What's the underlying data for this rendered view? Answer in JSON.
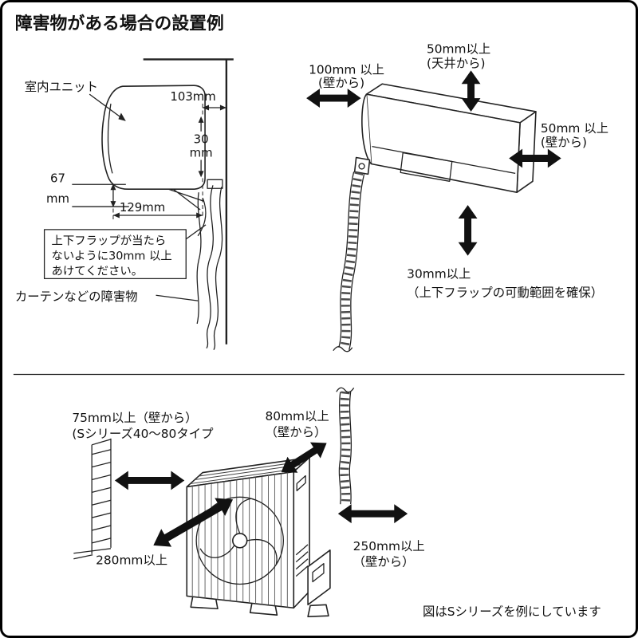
{
  "title": "障害物がある場合の設置例",
  "indoor_side_view": {
    "unit_label": "室内ユニット",
    "dim_wall": "103mm",
    "dim_flap_value": "30",
    "dim_flap_unit": "mm",
    "dim_height_value": "67",
    "dim_height_unit": "mm",
    "dim_depth": "129mm",
    "note_lines": [
      "上下フラップが当たら",
      "ないように30mm 以上",
      "あけてください。"
    ],
    "obstacle_label": "カーテンなどの障害物"
  },
  "indoor_3d_view": {
    "left_clearance": [
      "100mm 以上",
      "(壁から)"
    ],
    "top_clearance": [
      "50mm以上",
      "(天井から)"
    ],
    "right_clearance": [
      "50mm 以上",
      "(壁から)"
    ],
    "bottom_clearance": [
      "30mm以上",
      "（上下フラップの可動範囲を確保）"
    ]
  },
  "outdoor_view": {
    "left_clearance": [
      "75mm以上（壁から）",
      "(Sシリーズ40〜80タイプ"
    ],
    "top_clearance": [
      "80mm以上",
      "（壁から）"
    ],
    "front_clearance": "280mm以上",
    "right_clearance": [
      "250mm以上",
      "（壁から）"
    ],
    "caption": "図はSシリーズを例にしています"
  }
}
